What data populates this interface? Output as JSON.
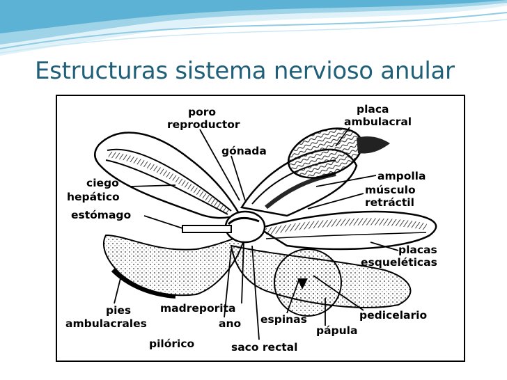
{
  "slide": {
    "title": "Estructuras sistema nervioso anular"
  },
  "diagram": {
    "labels": {
      "poro": "poro",
      "reproductor": "reproductor",
      "gonada": "gónada",
      "placa": "placa",
      "ambulacral": "ambulacral",
      "ampolla": "ampolla",
      "musculo": "músculo",
      "retractil": "retráctil",
      "ciego": "ciego",
      "hepatico": "hepático",
      "estomago": "estómago",
      "placas": "placas",
      "esqueleticas": "esqueléticas",
      "pies": "pies",
      "ambulacrales": "ambulacrales",
      "madreporita": "madreporita",
      "ano": "ano",
      "espinas": "espinas",
      "pedicelario": "pedicelario",
      "papula": "pápula",
      "pilorico": "pilórico",
      "saco_rectal": "saco rectal"
    }
  },
  "colors": {
    "title": "#1f5f78",
    "wave_dark": "#4aa3c8",
    "wave_light": "#bfe4f2"
  }
}
